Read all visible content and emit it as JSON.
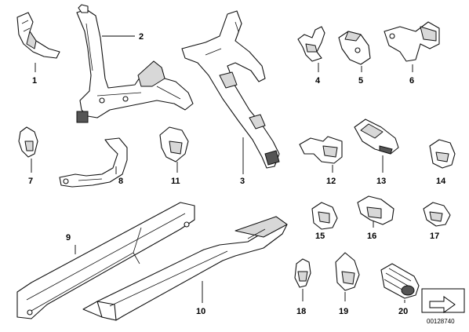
{
  "diagram": {
    "parts": [
      {
        "number": "1"
      },
      {
        "number": "2"
      },
      {
        "number": "3"
      },
      {
        "number": "4"
      },
      {
        "number": "5"
      },
      {
        "number": "6"
      },
      {
        "number": "7"
      },
      {
        "number": "8"
      },
      {
        "number": "9"
      },
      {
        "number": "10"
      },
      {
        "number": "11"
      },
      {
        "number": "12"
      },
      {
        "number": "13"
      },
      {
        "number": "14"
      },
      {
        "number": "15"
      },
      {
        "number": "16"
      },
      {
        "number": "17"
      },
      {
        "number": "18"
      },
      {
        "number": "19"
      },
      {
        "number": "20"
      }
    ],
    "reference_number": "00128740",
    "colors": {
      "line": "#111111",
      "background": "#ffffff",
      "shade": "#d8d8d8"
    }
  }
}
